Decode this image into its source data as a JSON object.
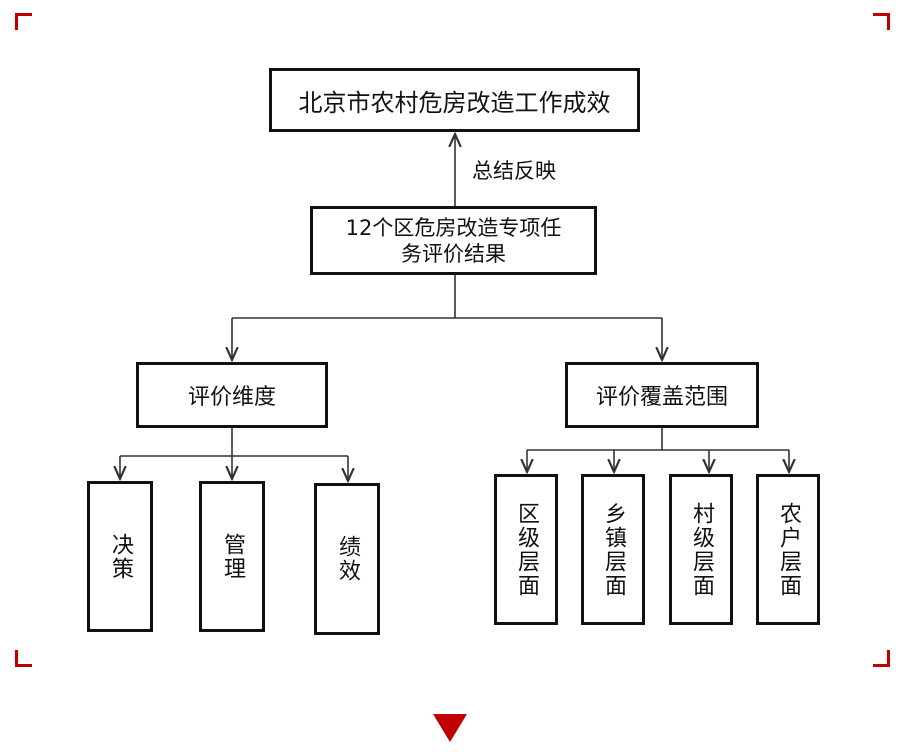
{
  "accent_color": "#c00000",
  "root": {
    "label": "北京市农村危房改造工作成效"
  },
  "edge_label": "总结反映",
  "result": {
    "line1": "12个区危房改造专项任",
    "line2": "务评价结果"
  },
  "dimension": {
    "label": "评价维度",
    "children": [
      "决策",
      "管理",
      "绩效"
    ]
  },
  "coverage": {
    "label": "评价覆盖范围",
    "children": [
      "区级层面",
      "乡镇层面",
      "村级层面",
      "农户层面"
    ]
  }
}
